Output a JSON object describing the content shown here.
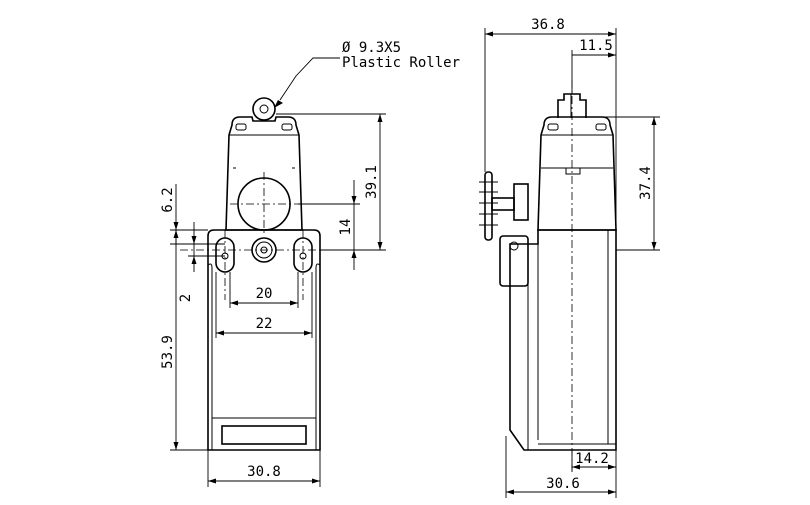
{
  "callout": {
    "roller_spec": "Ø 9.3X5",
    "roller_name": "Plastic Roller"
  },
  "front_view": {
    "dim_width_bottom": "30.8",
    "dim_hole_spacing_outer": "22",
    "dim_hole_spacing_inner": "20",
    "dim_total_height": "53.9",
    "dim_slot_top": "6.2",
    "dim_slot": "2",
    "dim_head_height": "39.1",
    "dim_head_offset": "14"
  },
  "side_view": {
    "dim_top_width": "36.8",
    "dim_plunger": "11.5",
    "dim_head_height": "37.4",
    "dim_bottom_width": "30.6",
    "dim_bottom_offset": "14.2"
  }
}
